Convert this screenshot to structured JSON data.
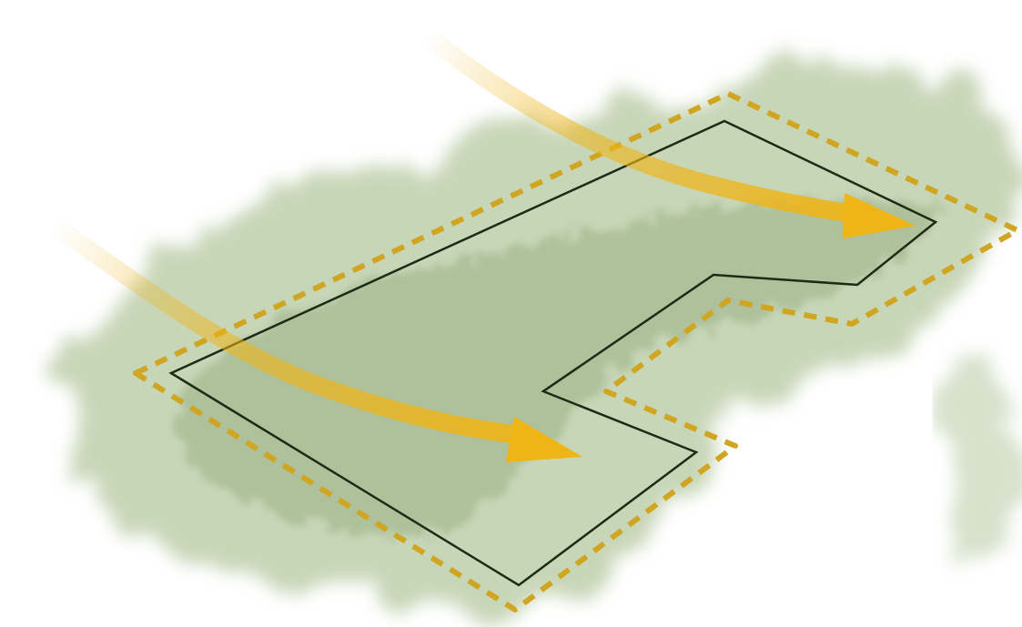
{
  "diagram": {
    "background_color": "#ffffff",
    "wash_color": "#9cb57f",
    "wash_dark_color": "#7f9c66",
    "outline_color": "#1d2a14",
    "buffer_color": "#cfa522",
    "arrow_color": "#efb416",
    "elements": {
      "wash": "green-watercolor-area",
      "outline": "parcel-outline",
      "buffer": "dashed-buffer-outline",
      "arrow_upper": "wind-arrow-upper",
      "arrow_lower": "wind-arrow-lower"
    }
  }
}
